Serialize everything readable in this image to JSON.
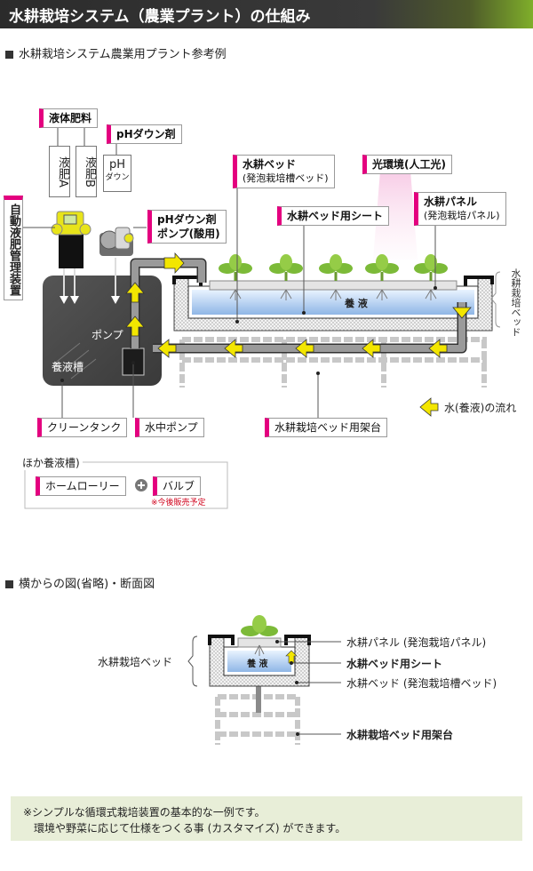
{
  "header": {
    "title": "水耕栽培システム（農業プラント）の仕組み"
  },
  "section1": {
    "title": "水耕栽培システム農業用プラント参考例"
  },
  "labels": {
    "liquid_fertilizer": "液体肥料",
    "ph_down_agent": "pHダウン剤",
    "fert_a": "液肥A",
    "fert_b": "液肥B",
    "ph_tube_top": "pH",
    "ph_tube_bottom": "ダウン",
    "auto_manager": "自動液肥管理装置",
    "ph_pump_line1": "pHダウン剤",
    "ph_pump_line2": "ポンプ(酸用)",
    "bed_line1": "水耕ベッド",
    "bed_line2": "(発泡栽培槽ベッド)",
    "light": "光環境(人工光)",
    "panel_line1": "水耕パネル",
    "panel_line2": "(発泡栽培パネル)",
    "sheet": "水耕ベッド用シート",
    "bed_side": "水耕栽培ベッド",
    "nutrient": "養 液",
    "pump": "ポンプ",
    "tank": "養液槽",
    "clean_tank": "クリーンタンク",
    "submersible_pump": "水中ポンプ",
    "stand": "水耕栽培ベッド用架台",
    "flow_legend": "水(養液)の流れ"
  },
  "other_tanks": {
    "title": "ほか養液槽)",
    "item1": "ホームローリー",
    "item2": "バルブ",
    "note": "※今後販売予定"
  },
  "section2": {
    "title": "横からの図(省略)・断面図",
    "bed_label": "水耕栽培ベッド",
    "nutrient": "養 液",
    "panel": "水耕パネル (発泡栽培パネル)",
    "sheet": "水耕ベッド用シート",
    "bed": "水耕ベッド (発泡栽培槽ベッド)",
    "stand": "水耕栽培ベッド用架台"
  },
  "footer": {
    "line1": "※シンプルな循環式栽培装置の基本的な一例です。",
    "line2": "環境や野菜に応じて仕様をつくる事 (カスタマイズ) ができます。"
  },
  "colors": {
    "accent": "#e4007f",
    "arrow": "#f3e600",
    "header": "#333333",
    "footer_bg": "#e8eed8"
  }
}
